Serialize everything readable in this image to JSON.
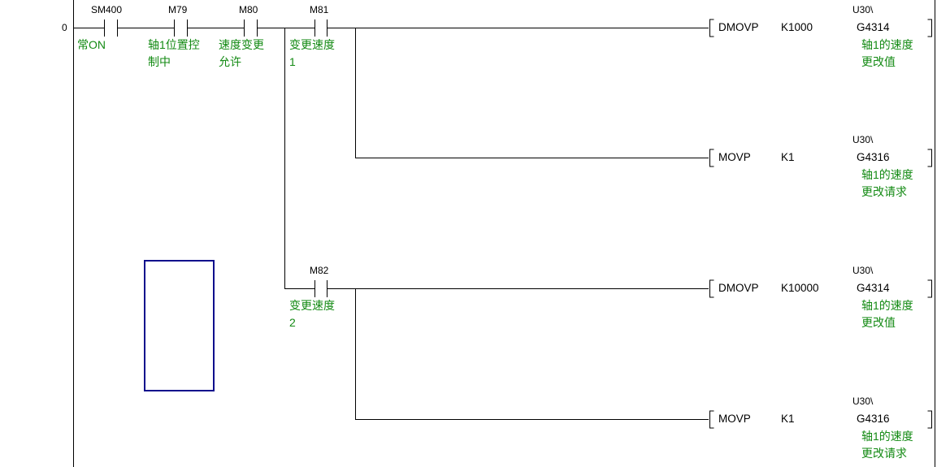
{
  "step_number": "0",
  "rungs": [
    {
      "contacts": [
        {
          "device": "SM400",
          "comment": [
            "常ON"
          ]
        },
        {
          "device": "M79",
          "comment": [
            "轴1位置控",
            "制中"
          ]
        },
        {
          "device": "M80",
          "comment": [
            "速度变更",
            "允许"
          ]
        },
        {
          "device": "M81",
          "comment": [
            "变更速度",
            "1"
          ]
        }
      ],
      "instructions": [
        {
          "mnemonic": "DMOVP",
          "source": "K1000",
          "dest_prefix": "U30\\",
          "dest": "G4314",
          "comment": [
            "轴1的速度",
            "更改值"
          ]
        },
        {
          "mnemonic": "MOVP",
          "source": "K1",
          "dest_prefix": "U30\\",
          "dest": "G4316",
          "comment": [
            "轴1的速度",
            "更改请求"
          ]
        }
      ]
    },
    {
      "contacts": [
        {
          "device": "M82",
          "comment": [
            "变更速度",
            "2"
          ]
        }
      ],
      "instructions": [
        {
          "mnemonic": "DMOVP",
          "source": "K10000",
          "dest_prefix": "U30\\",
          "dest": "G4314",
          "comment": [
            "轴1的速度",
            "更改值"
          ]
        },
        {
          "mnemonic": "MOVP",
          "source": "K1",
          "dest_prefix": "U30\\",
          "dest": "G4316",
          "comment": [
            "轴1的速度",
            "更改请求"
          ]
        }
      ]
    }
  ],
  "colors": {
    "line": "#000000",
    "comment_text": "#138a13",
    "cursor": "#0a0a8c",
    "background": "#ffffff"
  }
}
